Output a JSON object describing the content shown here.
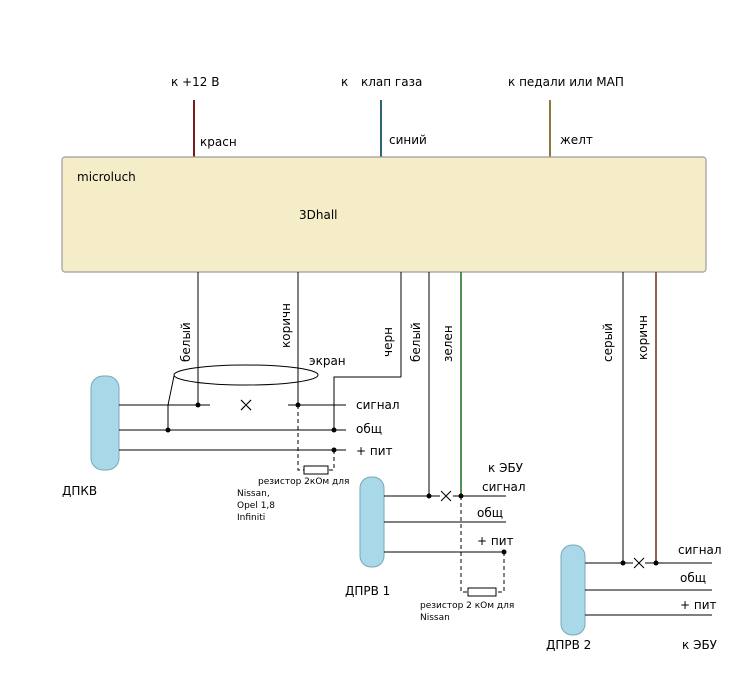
{
  "top_labels": {
    "plus12": "к +12 В",
    "k": "к",
    "throttle": "клап газа",
    "pedal": "к педали или МАП"
  },
  "top_wire_labels": {
    "red": "красн",
    "blue": "синий",
    "yellow": "желт"
  },
  "block": {
    "name": "microluch",
    "model": "3Dhall"
  },
  "down_wire_labels": {
    "white1": "белый",
    "brown1": "коричн",
    "black": "черн",
    "white2": "белый",
    "green": "зелен",
    "gray": "серый",
    "brown2": "коричн"
  },
  "shield_label": "экран",
  "dpkv": {
    "name": "ДПКВ",
    "signal": "сигнал",
    "gnd": "общ",
    "pwr": "+ пит",
    "resistor_note": [
      "резистор 2кОм для",
      "Nissan,",
      "Opel 1,8",
      "Infiniti"
    ]
  },
  "dprv1": {
    "name": "ДПРВ 1",
    "to_ecu": "к ЭБУ",
    "signal": "сигнал",
    "gnd": "общ",
    "pwr": "+ пит",
    "resistor_note": [
      "резистор 2 кОм для",
      "Nissan"
    ]
  },
  "dprv2": {
    "name": "ДПРВ 2",
    "signal": "сигнал",
    "gnd": "общ",
    "pwr": "+ пит",
    "to_ecu": "к ЭБУ"
  },
  "colors": {
    "block_fill": "#f5ecc8",
    "block_stroke": "#9d9d9d",
    "sensor_fill": "#a9d9e9",
    "sensor_stroke": "#7aa6b8",
    "wire_red": "#7a1c1c",
    "wire_blue": "#2f6476",
    "wire_yellow": "#8a7a3a",
    "wire_green": "#1b6b1b",
    "wire_brown": "#6b2f1a"
  }
}
